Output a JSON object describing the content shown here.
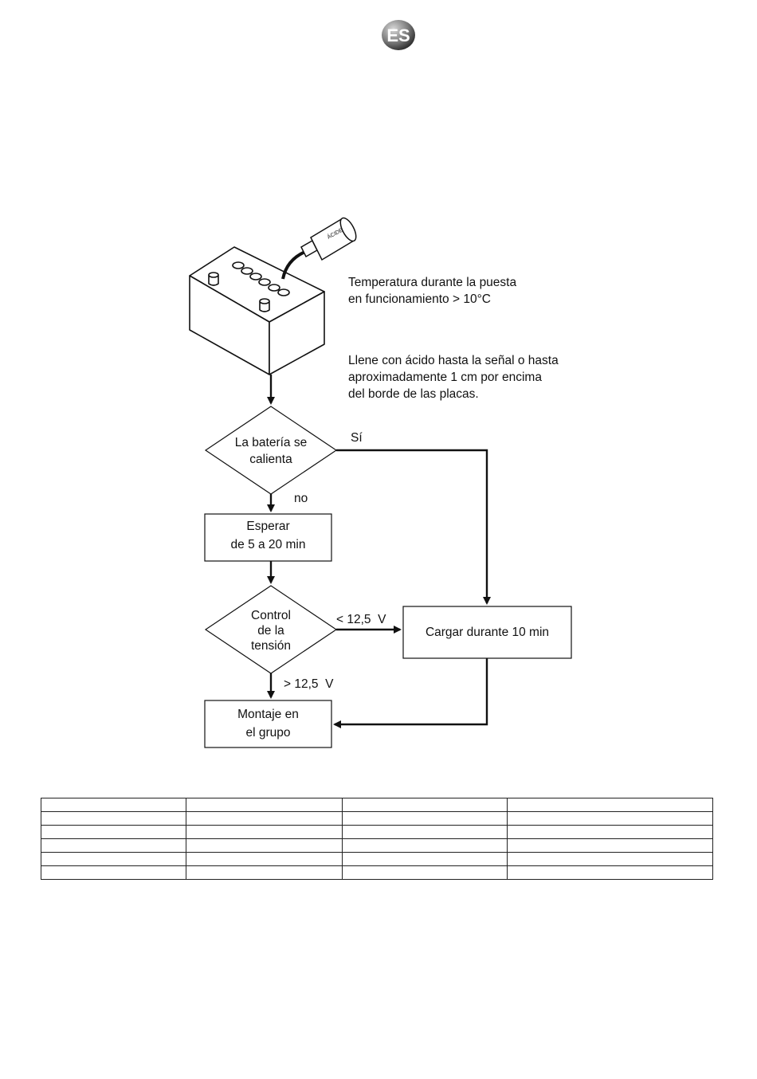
{
  "language_badge": "ES",
  "bottle_label": "ÁCIDE",
  "notes": {
    "temperature_line1": "Temperatura durante la puesta",
    "temperature_line2": "en funcionamiento > 10°C",
    "fill_line1": "Llene con ácido hasta la señal o hasta",
    "fill_line2": "aproximadamente 1 cm por encima",
    "fill_line3": "del borde de las placas."
  },
  "flowchart": {
    "decision_heat_line1": "La batería se",
    "decision_heat_line2": "calienta",
    "yes_label": "Sí",
    "no_label": "no",
    "wait_line1": "Esperar",
    "wait_line2": "de 5 a 20 min",
    "decision_voltage_line1": "Control",
    "decision_voltage_line2": "de la",
    "decision_voltage_line3": "tensión",
    "low_voltage_label": "< 12,5  V",
    "high_voltage_label": "> 12,5  V",
    "charge_box": "Cargar durante 10 min",
    "mount_line1": "Montaje en",
    "mount_line2": "el grupo"
  },
  "table": {
    "rows": 6,
    "columns": 4
  }
}
